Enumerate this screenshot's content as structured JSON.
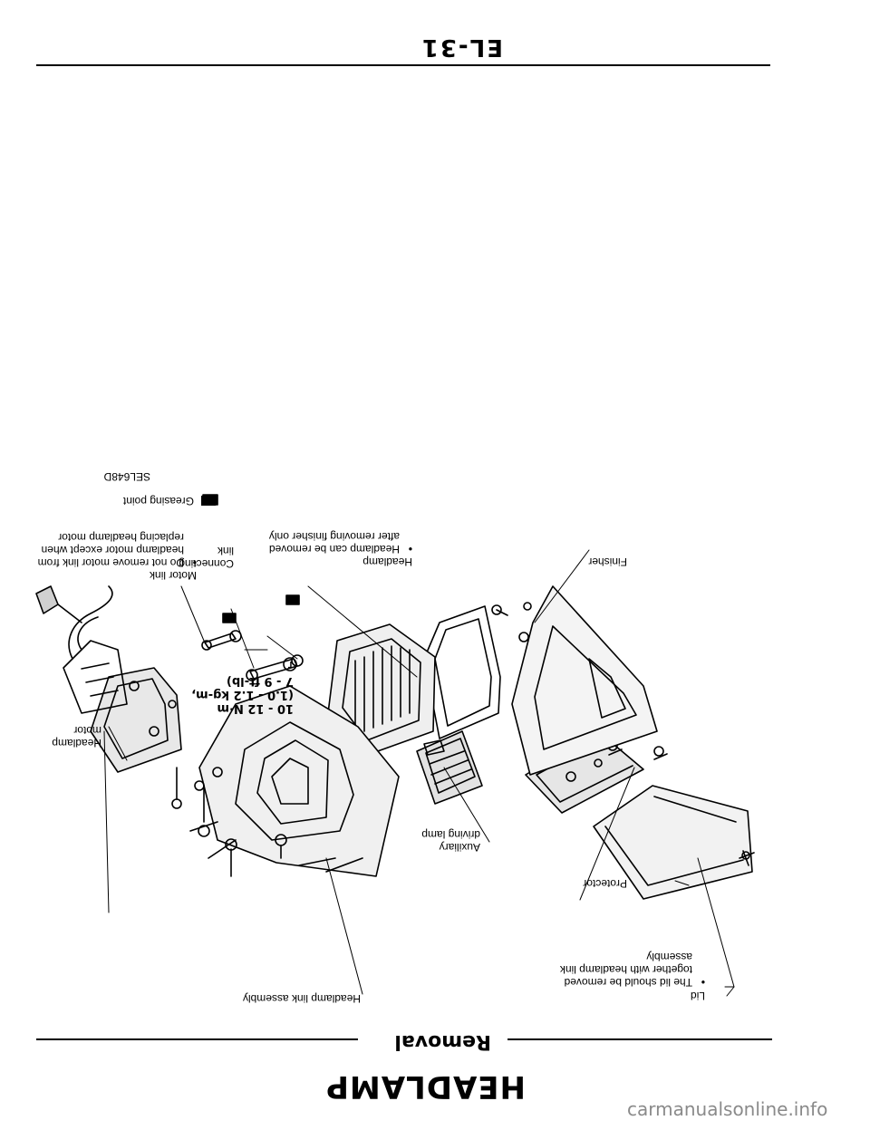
{
  "header": {
    "title": "HEADLAMP",
    "section": "Removal"
  },
  "labels": {
    "lid": "Lid",
    "lid_note": [
      "The lid should be removed",
      "together with headlamp link",
      "assembly"
    ],
    "protector": "Protector",
    "auxiliary": [
      "Auxiliary",
      "driving lamp"
    ],
    "headlamp_link_assembly": "Headlamp link assembly",
    "headlamp_motor": [
      "Headlamp",
      "motor"
    ],
    "finisher": "Finisher",
    "headlamp": "Headlamp",
    "headlamp_note": [
      "Headlamp can be removed",
      "after removing finisher only"
    ],
    "connecting_link": [
      "Connecting",
      "link"
    ],
    "motor_link": "Motor link",
    "motor_link_note": [
      "Do not remove motor link from",
      "headlamp motor except when",
      "replacing headlamp motor"
    ],
    "greasing_point": "Greasing point",
    "torque_symbol": "T",
    "torque": [
      "10 - 12 N·m",
      "(1.0 - 1.2 kg-m,",
      "7 - 9 ft-lb)"
    ]
  },
  "figure_code": "SEL648D",
  "page_number": "EL-31",
  "watermark": "carmanualsonline.info",
  "colors": {
    "ink": "#000000",
    "paper": "#ffffff",
    "watermark": "#8a8a8a"
  }
}
